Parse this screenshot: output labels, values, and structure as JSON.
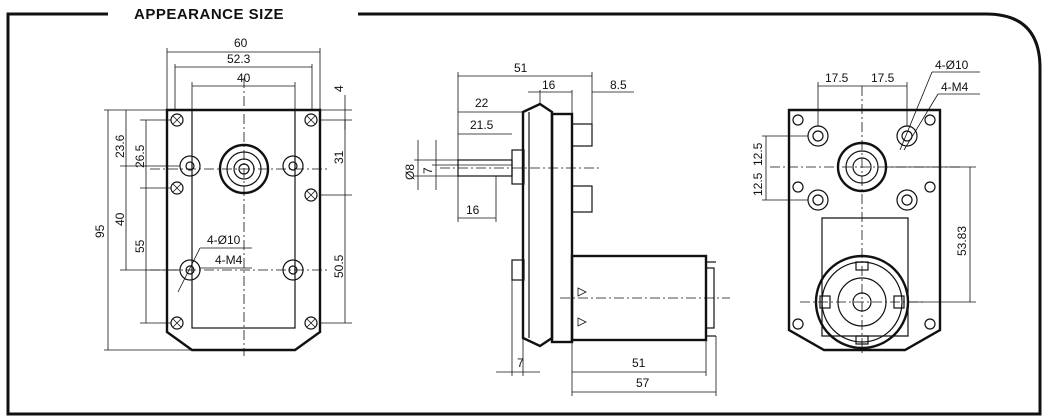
{
  "title": "APPEARANCE SIZE",
  "front_view": {
    "width_60": "60",
    "width_52_3": "52.3",
    "width_40": "40",
    "top_4": "4",
    "right_31": "31",
    "right_50_5": "50.5",
    "left_95": "95",
    "left_23_6": "23.6",
    "left_26_5": "26.5",
    "left_40": "40",
    "left_55": "55",
    "holes_label": "4-Ø10",
    "thread_label": "4-M4"
  },
  "side_view": {
    "len_51_top": "51",
    "len_16_top": "16",
    "len_8_5": "8.5",
    "len_22": "22",
    "len_21_5": "21.5",
    "dia_8": "Ø8",
    "flat_7": "7",
    "shaft_16": "16",
    "bottom_7": "7",
    "bottom_51": "51",
    "bottom_57": "57"
  },
  "rear_view": {
    "span_17_5_left": "17.5",
    "span_17_5_right": "17.5",
    "holes_label": "4-Ø10",
    "thread_label": "4-M4",
    "v_12_5_a": "12.5",
    "v_12_5_b": "12.5",
    "v_53_83": "53.83"
  }
}
